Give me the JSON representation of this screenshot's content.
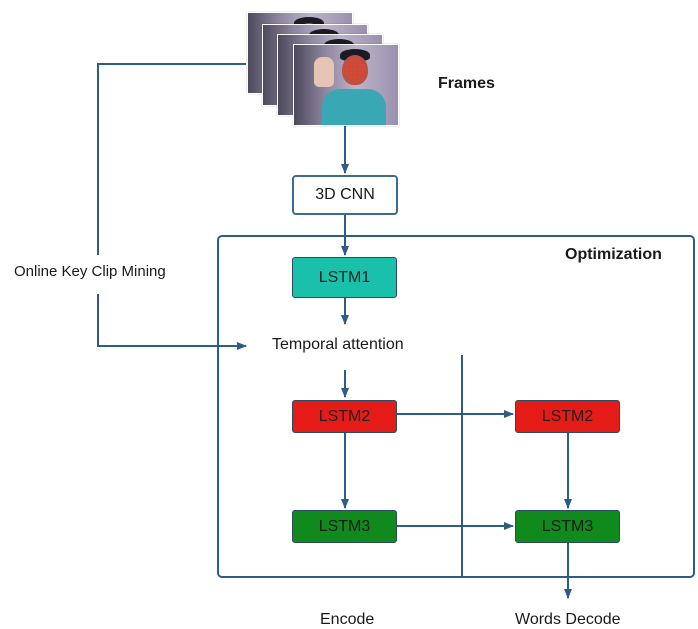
{
  "frames": {
    "label": "Frames"
  },
  "nodes": {
    "cnn": "3D CNN",
    "lstm1": "LSTM1",
    "temporal_attention": "Temporal attention",
    "lstm2_encode": "LSTM2",
    "lstm3_encode": "LSTM3",
    "lstm2_decode": "LSTM2",
    "lstm3_decode": "LSTM3"
  },
  "labels": {
    "optimization": "Optimization",
    "online_key_clip_mining": "Online Key Clip Mining",
    "encode": "Encode",
    "words_decode": "Words Decode"
  },
  "colors": {
    "line": "#2f5c86",
    "teal": "#19c1ab",
    "red": "#e41b17",
    "green": "#118a1d"
  }
}
